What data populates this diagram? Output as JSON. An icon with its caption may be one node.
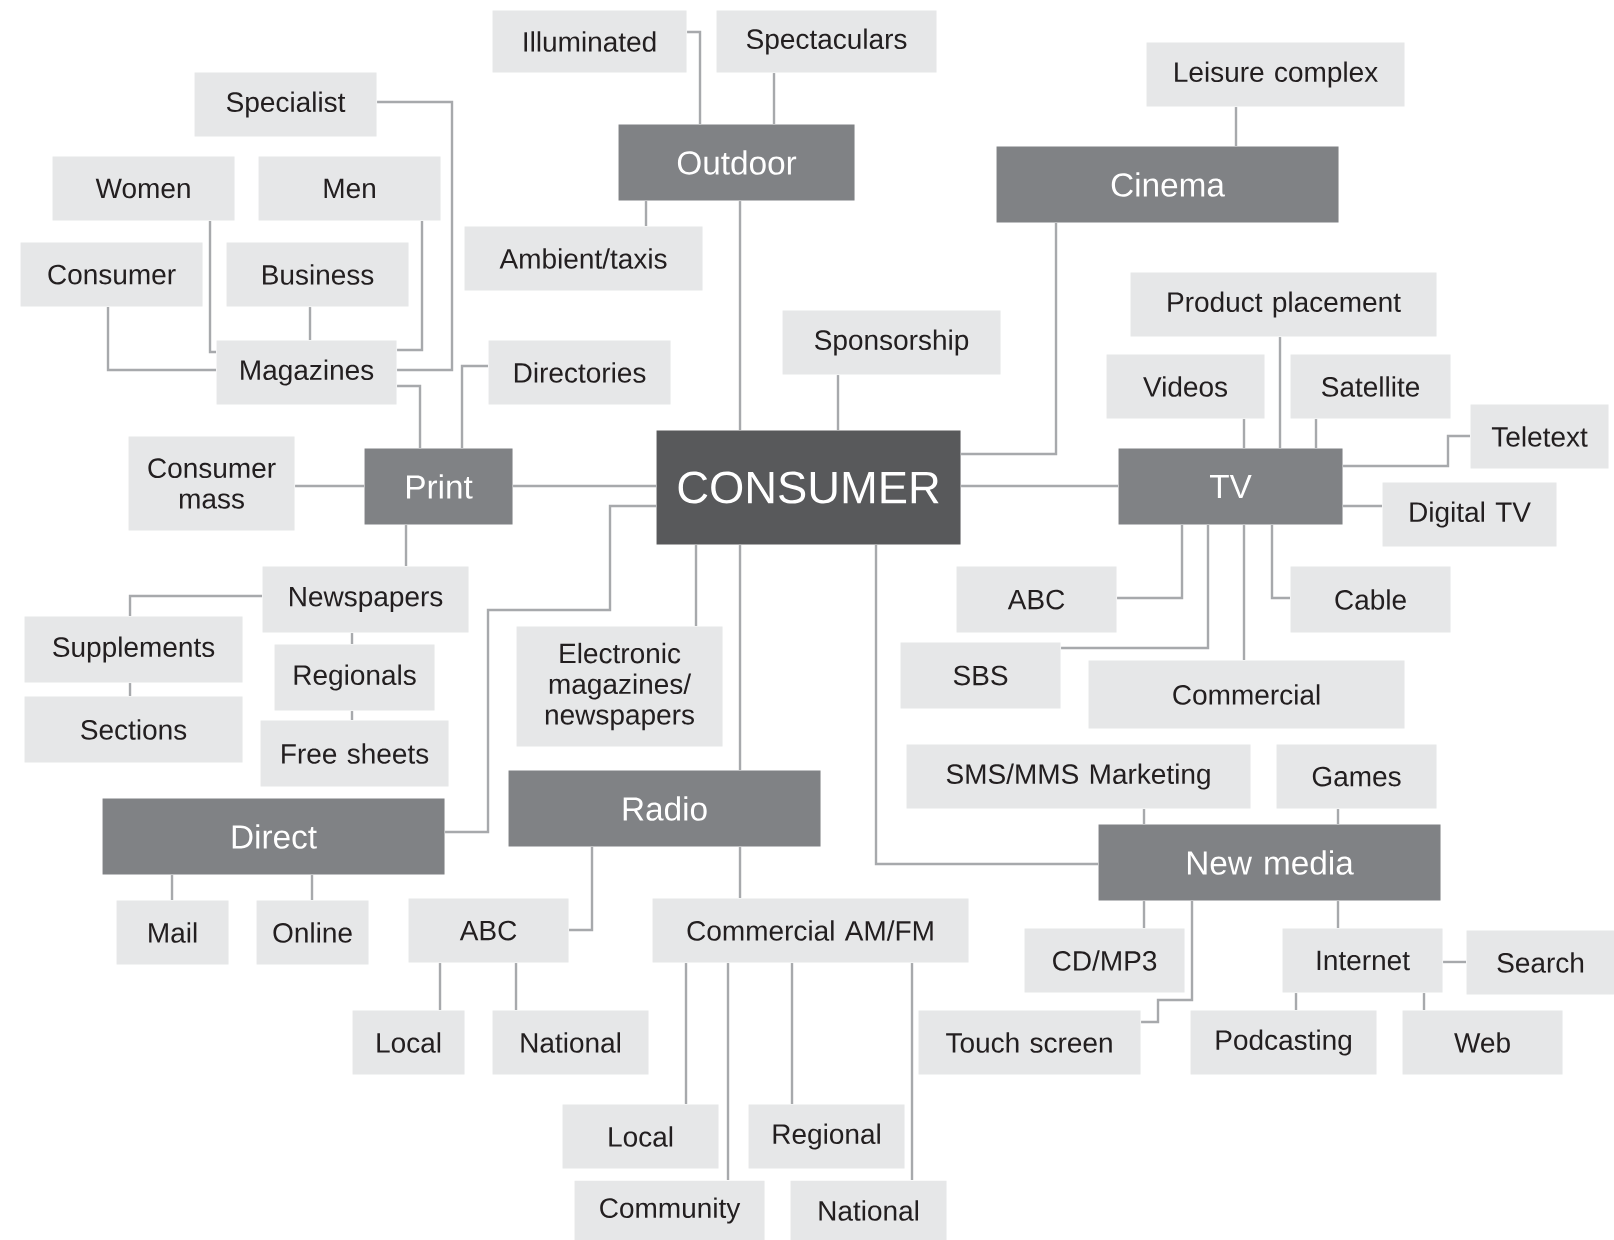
{
  "diagram": {
    "nodes": [
      {
        "text": [
          "CONSUMER"
        ]
      },
      {
        "text": [
          "Outdoor"
        ]
      },
      {
        "text": [
          "Illuminated"
        ]
      },
      {
        "text": [
          "Spectaculars"
        ]
      },
      {
        "text": [
          "Ambient/taxis"
        ]
      },
      {
        "text": [
          "Cinema"
        ]
      },
      {
        "text": [
          "Leisure complex"
        ]
      },
      {
        "text": [
          "Sponsorship"
        ]
      },
      {
        "text": [
          "Print"
        ]
      },
      {
        "text": [
          "Consumer mass"
        ]
      },
      {
        "text": [
          "Magazines"
        ]
      },
      {
        "text": [
          "Specialist"
        ]
      },
      {
        "text": [
          "Women"
        ]
      },
      {
        "text": [
          "Men"
        ]
      },
      {
        "text": [
          "Consumer"
        ]
      },
      {
        "text": [
          "Business"
        ]
      },
      {
        "text": [
          "Directories"
        ]
      },
      {
        "text": [
          "Newspapers"
        ]
      },
      {
        "text": [
          "Supplements"
        ]
      },
      {
        "text": [
          "Sections"
        ]
      },
      {
        "text": [
          "Regionals"
        ]
      },
      {
        "text": [
          "Free sheets"
        ]
      },
      {
        "text": [
          "Electronic magazines/ newspapers"
        ]
      },
      {
        "text": [
          "Direct"
        ]
      },
      {
        "text": [
          "Mail"
        ]
      },
      {
        "text": [
          "Online"
        ]
      },
      {
        "text": [
          "Radio"
        ]
      },
      {
        "text": [
          "ABC"
        ]
      },
      {
        "text": [
          "Local"
        ]
      },
      {
        "text": [
          "National"
        ]
      },
      {
        "text": [
          "Commercial AM/FM"
        ]
      },
      {
        "text": [
          "Local"
        ]
      },
      {
        "text": [
          "Regional"
        ]
      },
      {
        "text": [
          "Community"
        ]
      },
      {
        "text": [
          "National"
        ]
      },
      {
        "text": [
          "TV"
        ]
      },
      {
        "text": [
          "Product placement"
        ]
      },
      {
        "text": [
          "Videos"
        ]
      },
      {
        "text": [
          "Satellite"
        ]
      },
      {
        "text": [
          "Teletext"
        ]
      },
      {
        "text": [
          "Digital TV"
        ]
      },
      {
        "text": [
          "ABC"
        ]
      },
      {
        "text": [
          "Cable"
        ]
      },
      {
        "text": [
          "SBS"
        ]
      },
      {
        "text": [
          "Commercial"
        ]
      },
      {
        "text": [
          "SMS/MMS Marketing"
        ]
      },
      {
        "text": [
          "Games"
        ]
      },
      {
        "text": [
          "New media"
        ]
      },
      {
        "text": [
          "CD/MP3"
        ]
      },
      {
        "text": [
          "Internet"
        ]
      },
      {
        "text": [
          "Search"
        ]
      },
      {
        "text": [
          "Touch screen"
        ]
      },
      {
        "text": [
          "Podcasting"
        ]
      },
      {
        "text": [
          "Web"
        ]
      }
    ],
    "edges": [
      {
        "from": 0,
        "to": 1,
        "arrow": "none"
      },
      {
        "from": 1,
        "to": 2,
        "arrow": "none"
      },
      {
        "from": 1,
        "to": 3,
        "arrow": "none"
      },
      {
        "from": 1,
        "to": 4,
        "arrow": "none"
      },
      {
        "from": 0,
        "to": 5,
        "arrow": "none"
      },
      {
        "from": 5,
        "to": 6,
        "arrow": "none"
      },
      {
        "from": 0,
        "to": 7,
        "arrow": "none"
      },
      {
        "from": 0,
        "to": 8,
        "arrow": "none"
      },
      {
        "from": 8,
        "to": 9,
        "arrow": "none"
      },
      {
        "from": 8,
        "to": 10,
        "arrow": "none"
      },
      {
        "from": 8,
        "to": 16,
        "arrow": "none"
      },
      {
        "from": 10,
        "to": 11,
        "arrow": "none"
      },
      {
        "from": 10,
        "to": 12,
        "arrow": "none"
      },
      {
        "from": 10,
        "to": 13,
        "arrow": "none"
      },
      {
        "from": 10,
        "to": 14,
        "arrow": "none"
      },
      {
        "from": 10,
        "to": 15,
        "arrow": "none"
      },
      {
        "from": 8,
        "to": 17,
        "arrow": "none"
      },
      {
        "from": 17,
        "to": 18,
        "arrow": "none"
      },
      {
        "from": 18,
        "to": 19,
        "arrow": "none"
      },
      {
        "from": 17,
        "to": 20,
        "arrow": "none"
      },
      {
        "from": 20,
        "to": 21,
        "arrow": "none"
      },
      {
        "from": 0,
        "to": 22,
        "arrow": "none"
      },
      {
        "from": 0,
        "to": 23,
        "arrow": "none"
      },
      {
        "from": 0,
        "to": 26,
        "arrow": "none"
      },
      {
        "from": 26,
        "to": 27,
        "arrow": "none"
      },
      {
        "from": 26,
        "to": 30,
        "arrow": "none"
      },
      {
        "from": 23,
        "to": 24,
        "arrow": "none"
      },
      {
        "from": 23,
        "to": 25,
        "arrow": "none"
      },
      {
        "from": 27,
        "to": 28,
        "arrow": "none"
      },
      {
        "from": 27,
        "to": 29,
        "arrow": "none"
      },
      {
        "from": 30,
        "to": 31,
        "arrow": "none"
      },
      {
        "from": 30,
        "to": 33,
        "arrow": "none"
      },
      {
        "from": 30,
        "to": 32,
        "arrow": "none"
      },
      {
        "from": 30,
        "to": 34,
        "arrow": "none"
      },
      {
        "from": 0,
        "to": 35,
        "arrow": "none"
      },
      {
        "from": 35,
        "to": 36,
        "arrow": "none"
      },
      {
        "from": 35,
        "to": 37,
        "arrow": "none"
      },
      {
        "from": 35,
        "to": 38,
        "arrow": "none"
      },
      {
        "from": 35,
        "to": 39,
        "arrow": "none"
      },
      {
        "from": 35,
        "to": 40,
        "arrow": "none"
      },
      {
        "from": 35,
        "to": 41,
        "arrow": "none"
      },
      {
        "from": 35,
        "to": 43,
        "arrow": "none"
      },
      {
        "from": 35,
        "to": 44,
        "arrow": "none"
      },
      {
        "from": 35,
        "to": 42,
        "arrow": "none"
      },
      {
        "from": 0,
        "to": 47,
        "arrow": "none"
      },
      {
        "from": 47,
        "to": 45,
        "arrow": "none"
      },
      {
        "from": 47,
        "to": 46,
        "arrow": "none"
      },
      {
        "from": 47,
        "to": 48,
        "arrow": "none"
      },
      {
        "from": 47,
        "to": 51,
        "arrow": "none"
      },
      {
        "from": 47,
        "to": 49,
        "arrow": "none"
      },
      {
        "from": 49,
        "to": 50,
        "arrow": "none"
      },
      {
        "from": 49,
        "to": 52,
        "arrow": "none"
      },
      {
        "from": 49,
        "to": 53,
        "arrow": "none"
      }
    ]
  }
}
